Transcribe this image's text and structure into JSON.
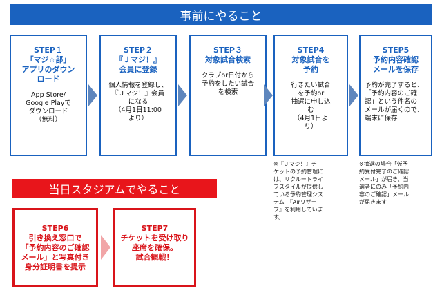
{
  "header": {
    "title": "事前にやること"
  },
  "steps": [
    {
      "title": "STEP１\n「マジ☆部」\nアプリのダウン\nロード",
      "body": "App Store/\nGoogle Playで\nダウンロード\n（無料）"
    },
    {
      "title": "STEP２\n『Ｊマジ！』\n会員に登録",
      "body": "個人情報を登録し、\n『Ｊマジ！』会員\nになる\n（4月1日11:00\nより）"
    },
    {
      "title": "STEP３\n対象試合検索",
      "body": "クラブor日付から\n予約をしたい試合\nを検索"
    },
    {
      "title": "STEP4\n対象試合を\n予約",
      "body": "行きたい試合\nを予約or\n抽選に申し込\nむ\n（4月1日よ\nり）"
    },
    {
      "title": "STEP5\n予約内容確認\nメールを保存",
      "body": "予約が完了すると、\n「予約内容のご確\n認」という件名の\nメールが届くので、\n端末に保存"
    }
  ],
  "notes": {
    "step4": "※『Ｊマジ！』チ\nケットの予約管理に\nは、リクルートライ\nフスタイルが提供し\nている予約管理シス\nテム　『Airリザー\nブ』を利用していま\nす。",
    "step5": "※抽選の場合「仮予\n約受付完了のご確認\nメール」が届き、当\n選者にのみ「予約内\n容のご確認」メール\nが届きます"
  },
  "day": {
    "title": "当日スタジアムでやること",
    "steps": [
      {
        "title": "STEP6\n引き換え窓口で\n「予約内容のご確認\nメール」と写真付き\n身分証明書を提示"
      },
      {
        "title": "STEP7\nチケットを受け取り\n座席を確保。\n試合観戦！"
      }
    ]
  },
  "colors": {
    "blue": "#1a62bf",
    "red": "#e8151b",
    "arrow_blue": "#5e86bd",
    "arrow_pink": "#f1a5a7"
  }
}
